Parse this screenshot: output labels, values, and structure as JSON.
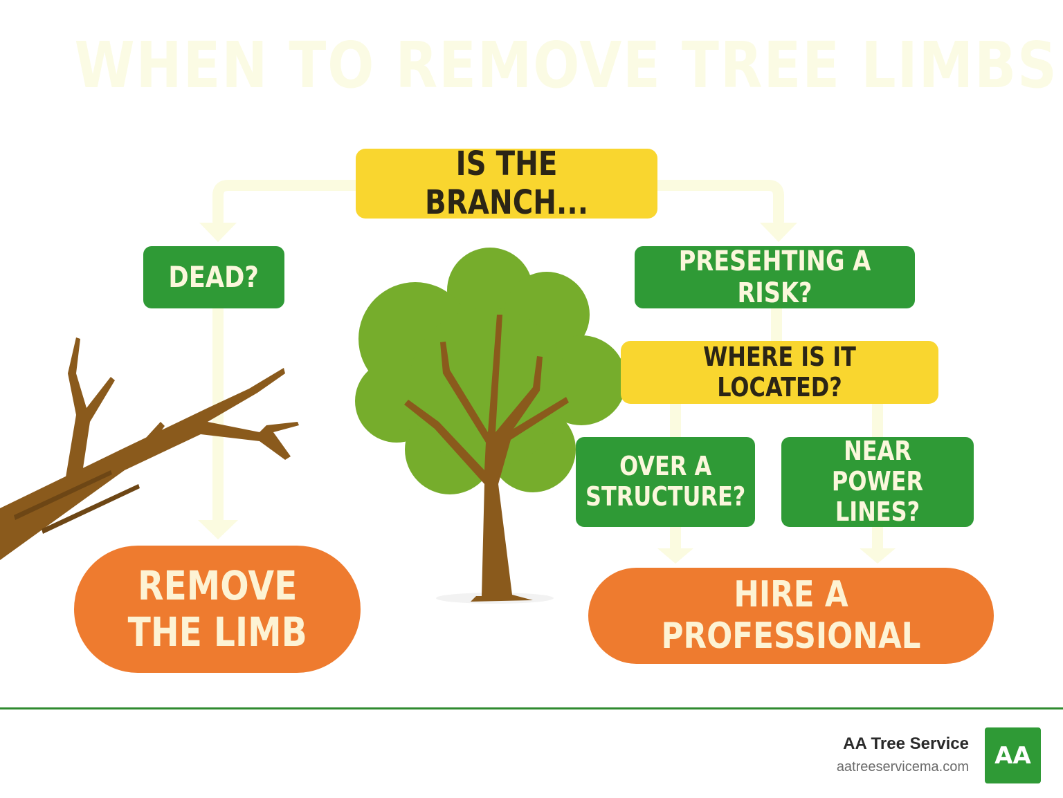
{
  "title": "WHEN TO REMOVE TREE LIMBS",
  "nodes": {
    "question_main": "IS THE BRANCH...",
    "dead": "DEAD?",
    "risk": "PRESEHTING A RISK?",
    "location": "WHERE IS IT LOCATED?",
    "structure": "OVER A\nSTRUCTURE?",
    "power_lines": "NEAR POWER\nLINES?",
    "remove": "REMOVE\nTHE LIMB",
    "hire": "HIRE A PROFESSIONAL"
  },
  "brand": {
    "name": "AA Tree Service",
    "url": "aatreeservicema.com",
    "logo_text": "AA"
  },
  "colors": {
    "yellow": "#f9d62f",
    "green": "#2f9a36",
    "orange": "#ee7b2f",
    "connector": "#fbfbe0",
    "title": "#fbfbe4",
    "leaf": "#76ad2c",
    "bark": "#8a5a1c"
  }
}
